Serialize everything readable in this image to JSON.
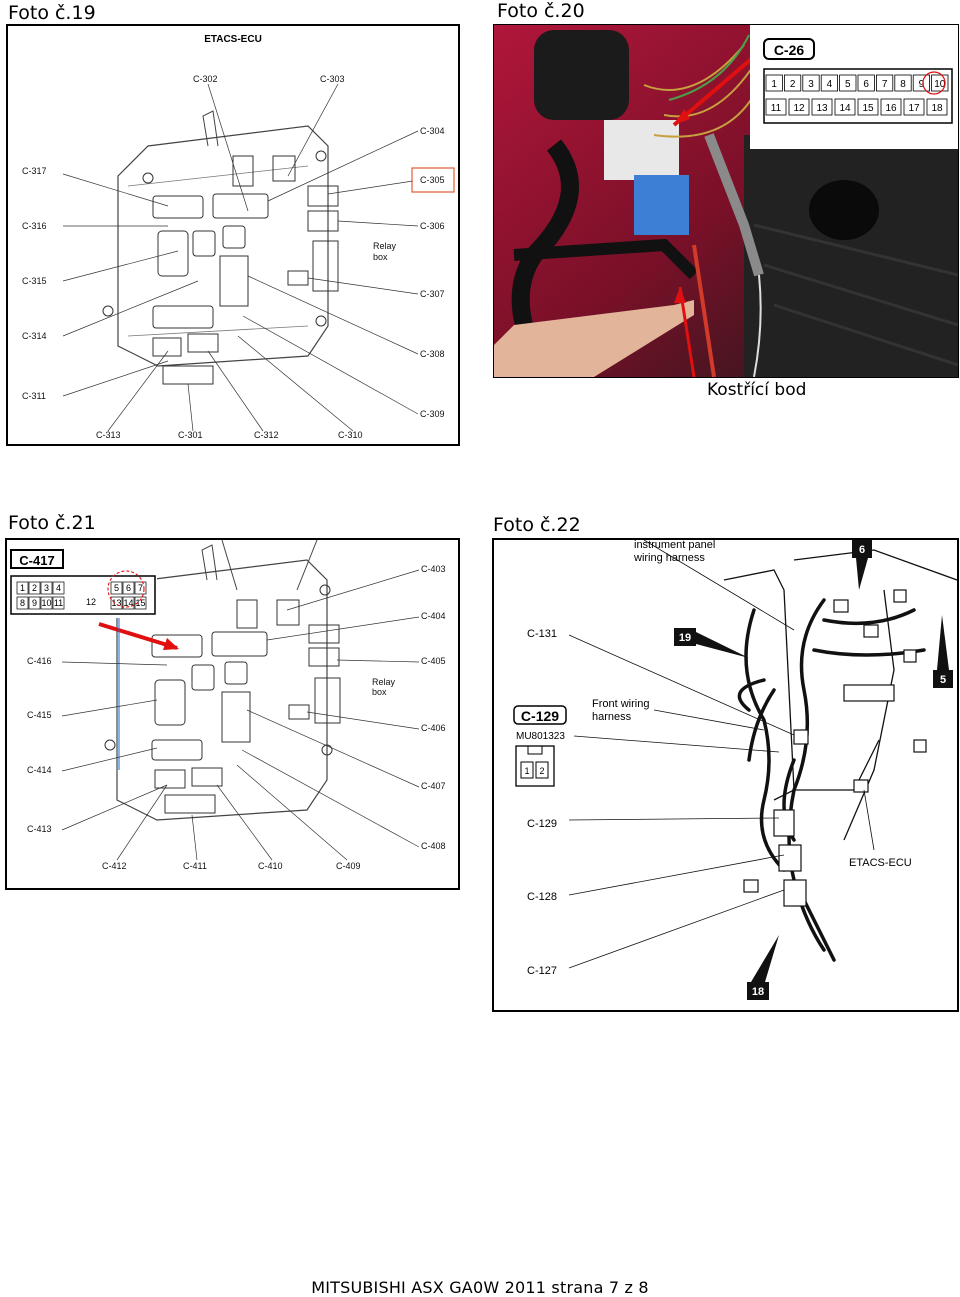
{
  "captions": {
    "foto19": "Foto č.19",
    "foto20": "Foto č.20",
    "foto21": "Foto č.21",
    "foto22": "Foto č.22"
  },
  "foto19": {
    "title": "ETACS-ECU",
    "relay_box": [
      "Relay",
      "box"
    ],
    "connectors_top": [
      "C-302",
      "C-303"
    ],
    "connectors_left": [
      "C-317",
      "C-316",
      "C-315",
      "C-314",
      "C-311"
    ],
    "connectors_right": [
      "C-304",
      "C-305",
      "C-306",
      "C-307",
      "C-308",
      "C-309"
    ],
    "connectors_bottom": [
      "C-313",
      "C-301",
      "C-312",
      "C-310"
    ],
    "highlighted": "C-305"
  },
  "foto20": {
    "connector": "C-26",
    "pins_row1": [
      "1",
      "2",
      "3",
      "4",
      "5",
      "6",
      "7",
      "8",
      "9",
      "10"
    ],
    "pins_row2": [
      "11",
      "12",
      "13",
      "14",
      "15",
      "16",
      "17",
      "18"
    ],
    "ground_label": "Kostřící bod"
  },
  "foto21": {
    "connector": "C-417",
    "pins_row1": [
      "1",
      "2",
      "3",
      "4",
      "5",
      "6",
      "7"
    ],
    "pins_mid": "12",
    "pins_row2": [
      "8",
      "9",
      "10",
      "11",
      "13",
      "14",
      "15"
    ],
    "relay_box": [
      "Relay",
      "box"
    ],
    "connectors_left": [
      "C-416",
      "C-415",
      "C-414",
      "C-413"
    ],
    "connectors_right": [
      "C-403",
      "C-404",
      "C-405",
      "C-406",
      "C-407",
      "C-408"
    ],
    "connectors_bottom": [
      "C-412",
      "C-411",
      "C-410",
      "C-409"
    ]
  },
  "foto22": {
    "instrument_panel": [
      "instrument panel",
      "wiring harness"
    ],
    "front_wiring": [
      "Front wiring",
      "harness"
    ],
    "connector_box": "C-129",
    "part_no": "MU801323",
    "pins": [
      "1",
      "2"
    ],
    "labels_left": [
      "C-131",
      "C-129",
      "C-128",
      "C-127"
    ],
    "etacs": "ETACS-ECU",
    "markers": [
      "6",
      "19",
      "5",
      "18"
    ]
  },
  "footer": "MITSUBISHI ASX GA0W 2011 strana 7 z 8"
}
